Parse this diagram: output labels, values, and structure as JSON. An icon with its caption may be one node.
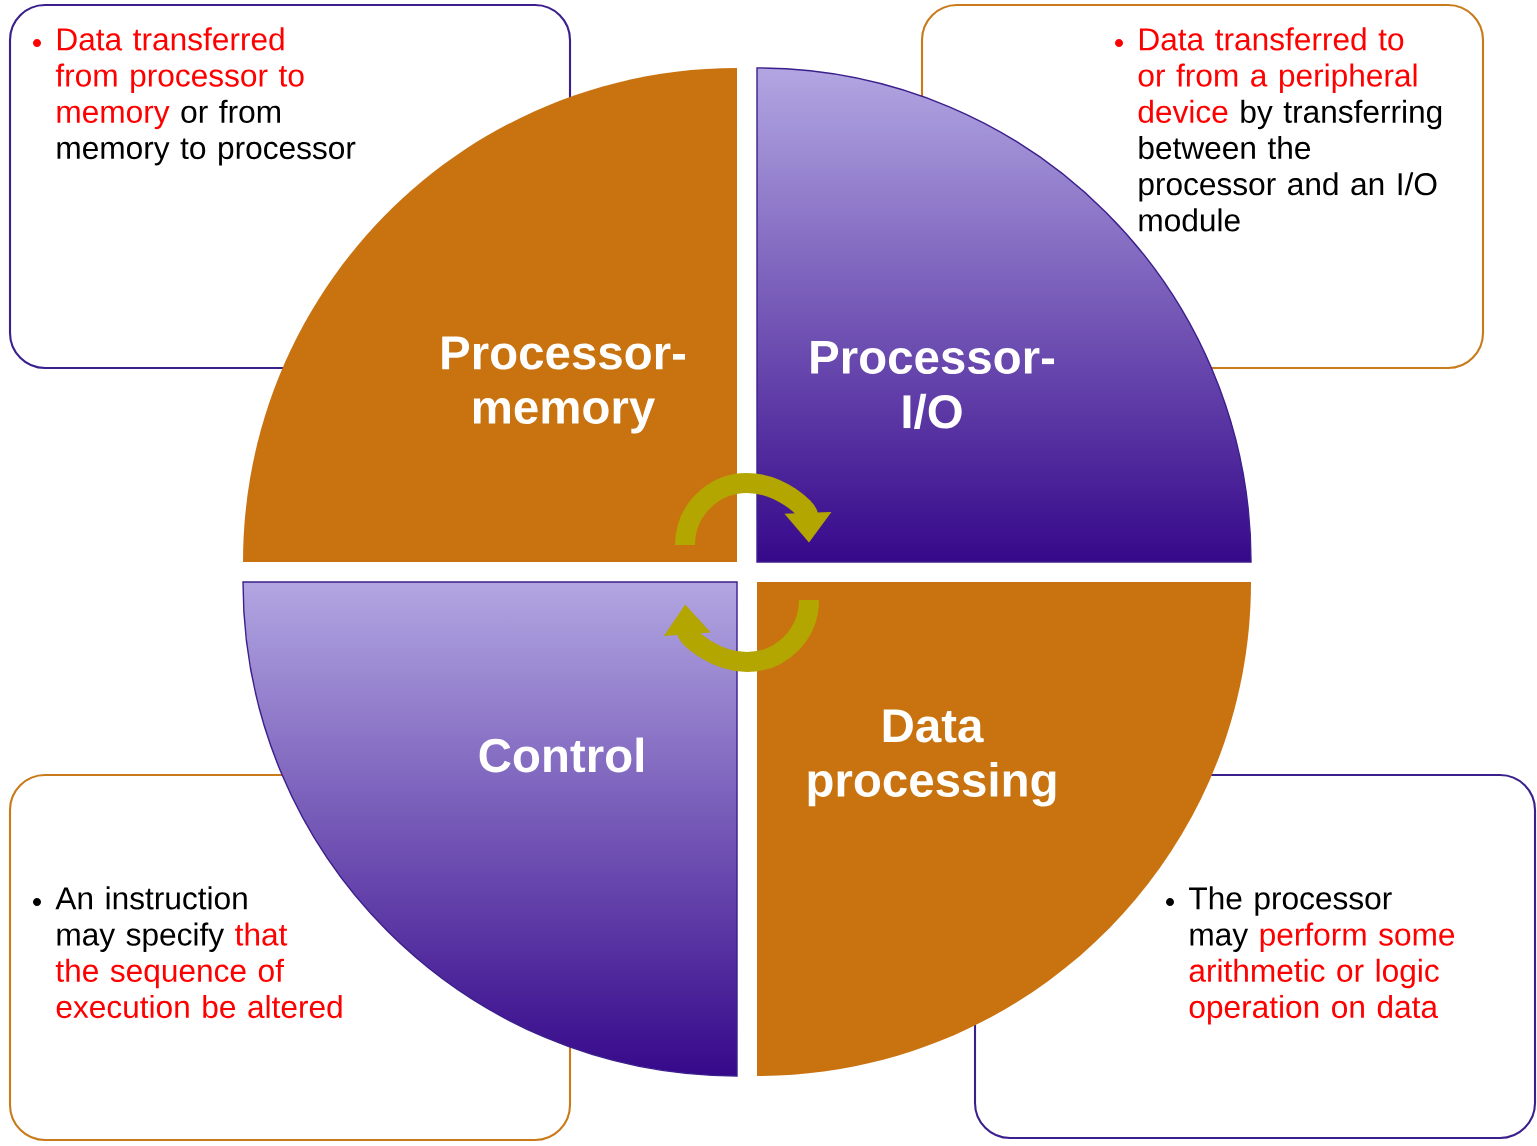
{
  "diagram": {
    "nodes": [
      {
        "text": [
          "Data transferred from processor to memory",
          "or from memory to processor"
        ]
      },
      {
        "text": [
          "Data transferred to or from a peripheral device",
          "by transferring between the processor and an I/O module"
        ]
      },
      {
        "text": [
          "Processor-memory"
        ]
      },
      {
        "text": [
          "Processor-I/O"
        ]
      },
      {
        "text": [
          "Control"
        ]
      },
      {
        "text": [
          "Data processing"
        ]
      },
      {
        "text": [
          "An instruction may specify",
          "that the sequence of execution be altered"
        ]
      },
      {
        "text": [
          "The processor may",
          "perform some arithmetic or logic operation on data"
        ]
      }
    ],
    "edges": [
      {
        "from": 2,
        "to": 3,
        "arrow": "to"
      },
      {
        "from": 5,
        "to": 4,
        "arrow": "to"
      }
    ]
  }
}
